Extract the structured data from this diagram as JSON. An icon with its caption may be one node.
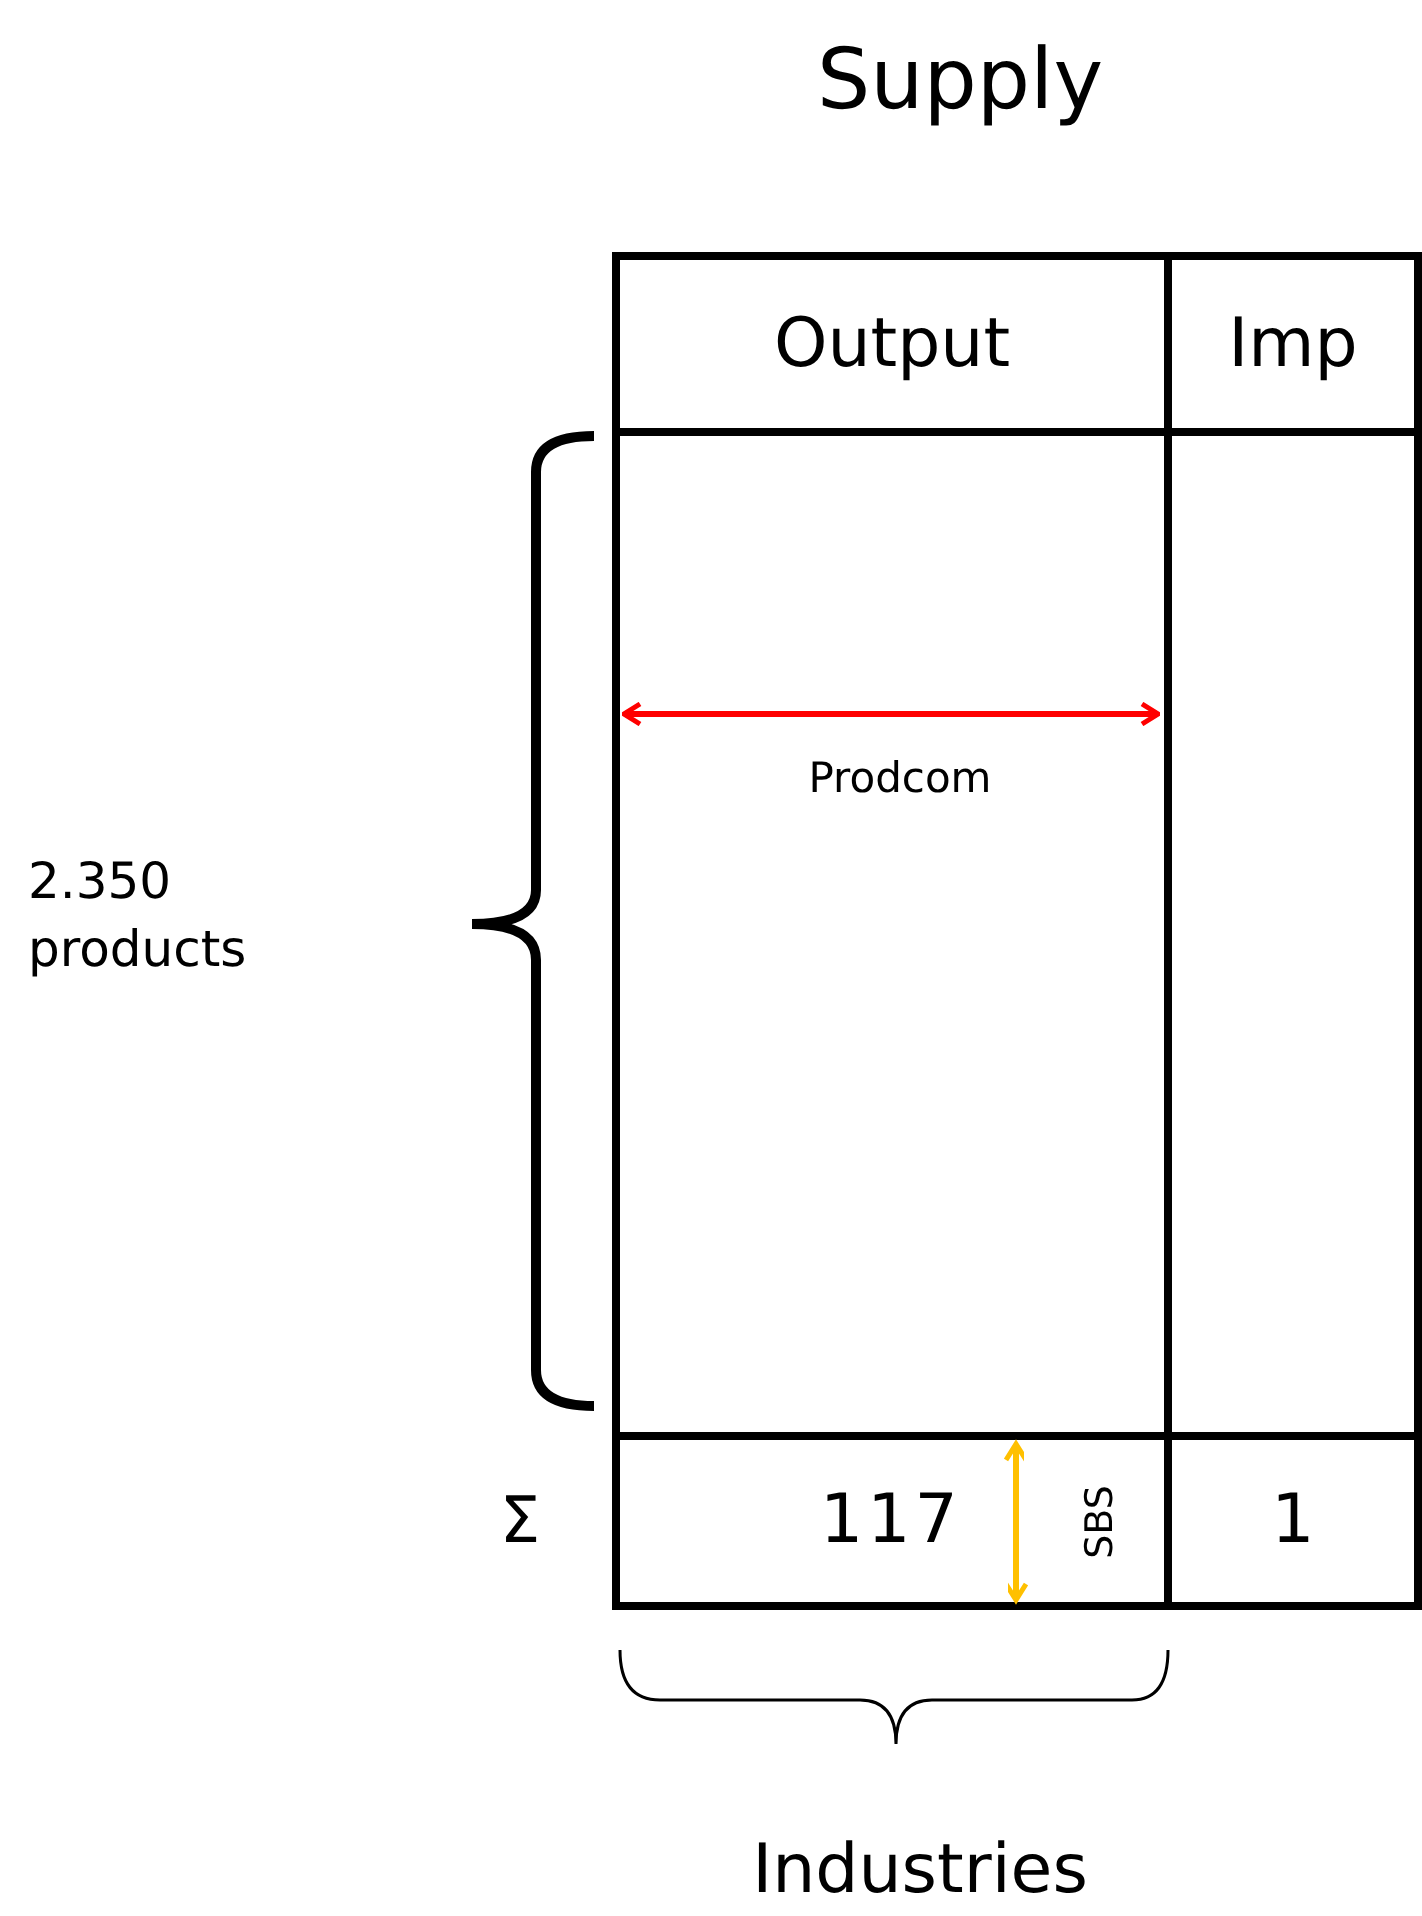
{
  "diagram": {
    "title": "Supply",
    "nodes": [
      {
        "text": [
          "Output"
        ]
      },
      {
        "text": [
          "Imp"
        ]
      },
      {
        "text": [
          "117"
        ]
      },
      {
        "text": [
          "1"
        ]
      }
    ],
    "labels": [
      "2.350 products",
      "Prodcom",
      "Σ",
      "SBS",
      "Industries"
    ]
  }
}
